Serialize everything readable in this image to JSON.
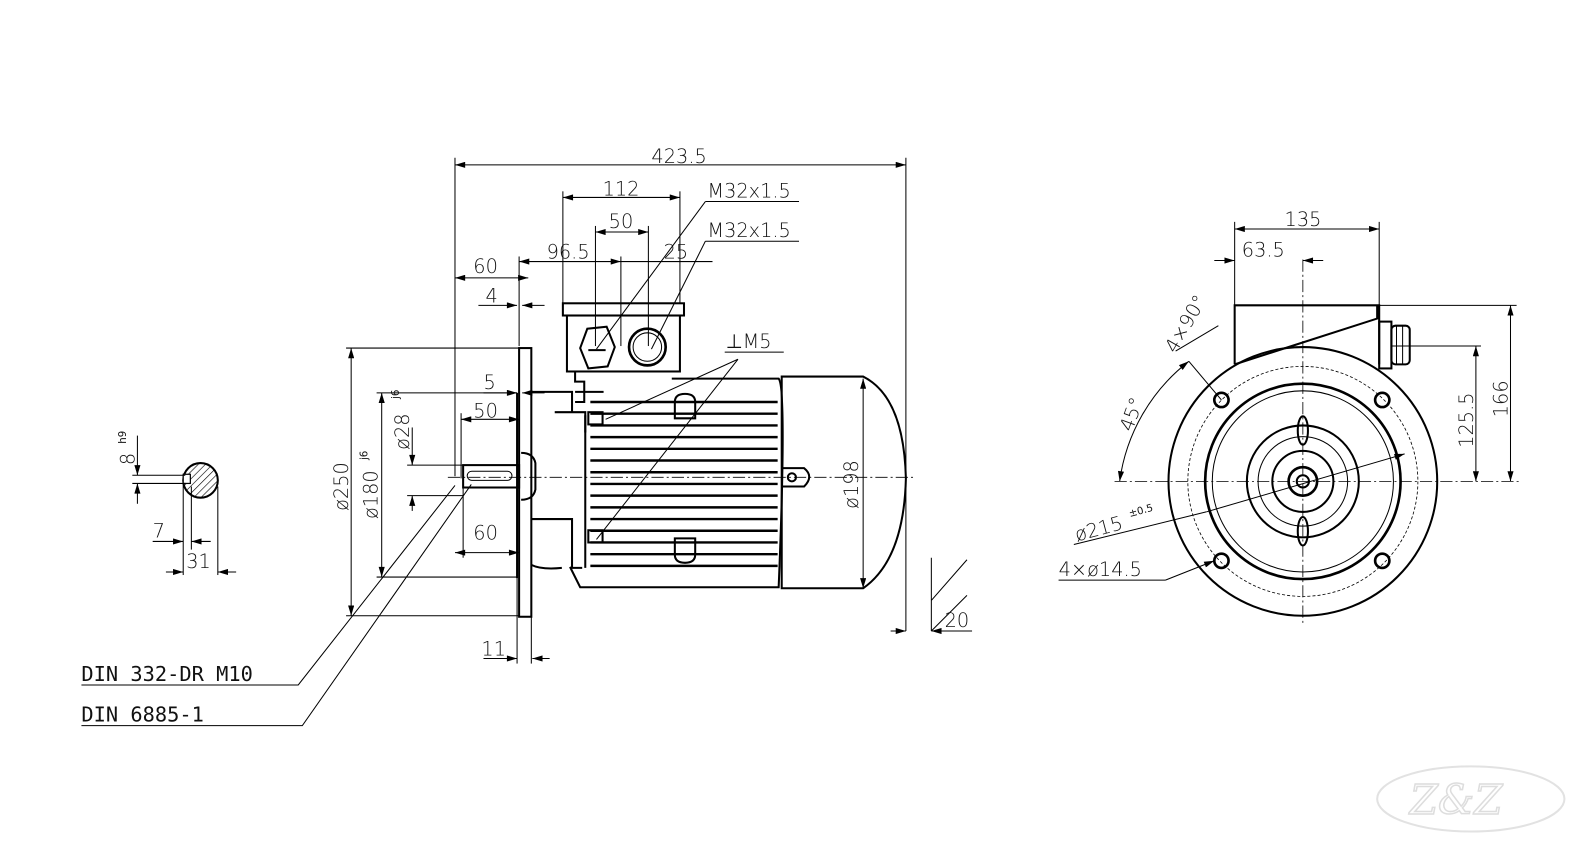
{
  "side_view": {
    "overall_length": "423.5",
    "box_width": "112",
    "gland_spacing": "50",
    "box_offset": "96.5",
    "gland_offset": "25",
    "gland_top": "M32x1.5",
    "gland_bottom": "M32x1.5",
    "shaft_to_flange": "60",
    "flange_gap": "4",
    "spigot_depth": "5",
    "key_length": "50",
    "shaft_length": "60",
    "flange_thickness": "11",
    "flange_diameter": "ø250",
    "spigot_diameter": "ø180",
    "spigot_tol": "j6",
    "shaft_diameter": "ø28",
    "shaft_tol": "j6",
    "frame_diameter": "ø198",
    "clearance": "20",
    "earth_thread": "⊥M5"
  },
  "key_section": {
    "key_width": "8",
    "key_tol": "h9",
    "key_depth": "7",
    "shaft_height": "31"
  },
  "notes": {
    "center_hole": "DIN 332-DR M10",
    "key_standard": "DIN 6885-1"
  },
  "end_view": {
    "box_width": "135",
    "box_offset": "63.5",
    "hole_pattern": "4×90°",
    "hole_angle": "45°",
    "gland_height": "125.5",
    "box_height": "166",
    "pcd": "ø215",
    "pcd_tol": "±0.5",
    "holes": "4×ø14.5"
  },
  "watermark": {
    "logo_text": "Z&Z"
  }
}
